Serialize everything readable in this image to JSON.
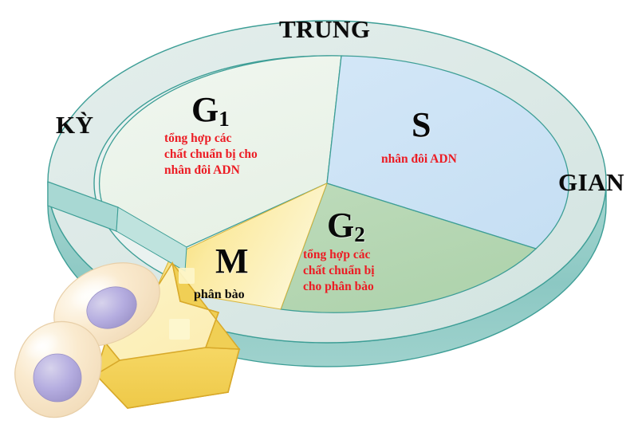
{
  "figure": {
    "title_parts": {
      "top": "TRUNG",
      "left": "KỲ",
      "right": "GIAN"
    },
    "colors": {
      "ring_outer_band": "#dde9e6",
      "ring_side_wall": "#8fc9c5",
      "ring_stroke": "#3d9e96",
      "sector_g1": "#edf5ed",
      "sector_s": "#cce2f5",
      "sector_g2": "#b4d6b2",
      "wedge_m": "#f5d96a",
      "wedge_m_light": "#fdf3c2",
      "arrow_fill": "#fdf1bf",
      "arrow_fill_dark": "#f2cf50",
      "arrow_stroke": "#d8a92a",
      "cell_body": "#f7e3c8",
      "cell_highlight": "#fffaf0",
      "nucleus": "#b3abd8",
      "text_red": "#ec1c24",
      "text_black": "#0a0a0a"
    },
    "phases": [
      {
        "id": "g1",
        "letter": "G",
        "subscript": "1",
        "description": "tổng hợp các\nchất chuẩn bị cho\nnhân đôi ADN",
        "desc_color": "red"
      },
      {
        "id": "s",
        "letter": "S",
        "subscript": "",
        "description": "nhân đôi ADN",
        "desc_color": "red"
      },
      {
        "id": "g2",
        "letter": "G",
        "subscript": "2",
        "description": "tổng hợp các\nchất chuẩn bị\ncho phân bào",
        "desc_color": "red"
      },
      {
        "id": "m",
        "letter": "M",
        "subscript": "",
        "description": "phân bào",
        "desc_color": "black"
      }
    ],
    "cells": [
      {
        "id": "cell-upper",
        "name": "daughter-cell-upper"
      },
      {
        "id": "cell-lower",
        "name": "daughter-cell-lower"
      }
    ]
  }
}
